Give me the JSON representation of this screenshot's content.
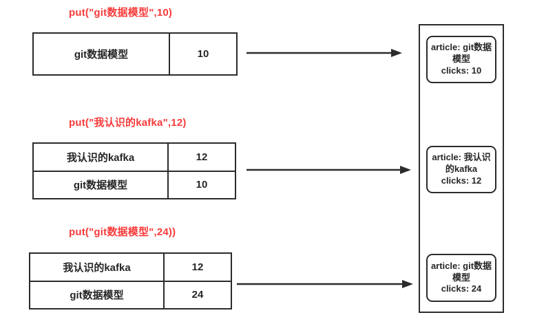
{
  "colors": {
    "accent_red": "#F93B3B",
    "stroke_dark": "#2B2B2B",
    "background": "#FFFFFF"
  },
  "steps": [
    {
      "title": "put(\"git数据模型\",10)",
      "rows": [
        {
          "key": "git数据模型",
          "value": "10"
        }
      ]
    },
    {
      "title": "put(\"我认识的kafka\",12)",
      "rows": [
        {
          "key": "我认识的kafka",
          "value": "12"
        },
        {
          "key": "git数据模型",
          "value": "10"
        }
      ]
    },
    {
      "title": "put(\"git数据模型\",24))",
      "rows": [
        {
          "key": "我认识的kafka",
          "value": "12"
        },
        {
          "key": "git数据模型",
          "value": "24"
        }
      ]
    }
  ],
  "store": {
    "entries": [
      {
        "article": "article: git数据模型",
        "clicks": "clicks: 10"
      },
      {
        "article": "article: 我认识的kafka",
        "clicks": "clicks: 12"
      },
      {
        "article": "article: git数据模型",
        "clicks": "clicks: 24"
      }
    ]
  }
}
